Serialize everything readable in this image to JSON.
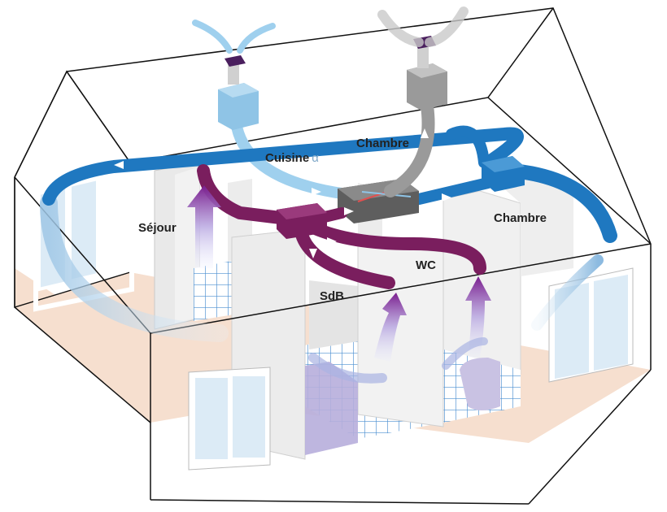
{
  "labels": {
    "cuisine": "Cuisine",
    "cuisine_symbol": "α",
    "chambre_1": "Chambre",
    "chambre_2": "Chambre",
    "sejour": "Séjour",
    "sdb": "SdB",
    "wc": "WC"
  },
  "colors": {
    "fresh_air_duct": "#1f78c0",
    "extract_air_duct": "#7a1e5e",
    "intake_box": "#8fc4e6",
    "exhaust_box": "#9a9a9a",
    "heat_exchanger": "#5e5e5e",
    "floor": "#f6dfcf",
    "wall": "#e9e9e9",
    "window_glass": "#dcebf6",
    "tile_grid": "#4a8fd1",
    "house_outline": "#111111"
  }
}
